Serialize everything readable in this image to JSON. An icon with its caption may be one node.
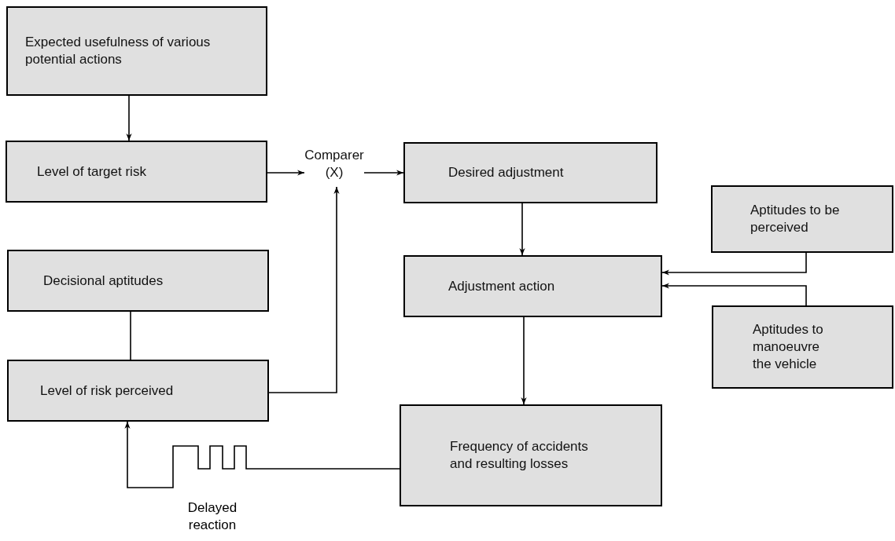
{
  "diagram": {
    "nodes": [
      {
        "text": [
          "Expected usefulness of various potential actions"
        ]
      },
      {
        "text": [
          "Level of target risk"
        ]
      },
      {
        "text": [
          "Comparer (X)"
        ]
      },
      {
        "text": [
          "Desired adjustment"
        ]
      },
      {
        "text": [
          "Aptitudes to be perceived"
        ]
      },
      {
        "text": [
          "Decisional aptitudes"
        ]
      },
      {
        "text": [
          "Adjustment action"
        ]
      },
      {
        "text": [
          "Level of risk perceived"
        ]
      },
      {
        "text": [
          "Aptitudes to manoeuvre the vehicle"
        ]
      },
      {
        "text": [
          "Frequency of accidents and resulting losses"
        ]
      }
    ],
    "edges": [
      {
        "from": 0,
        "to": 1,
        "arrow": "to"
      },
      {
        "from": 1,
        "to": 2,
        "arrow": "to"
      },
      {
        "from": 2,
        "to": 3,
        "arrow": "to"
      },
      {
        "from": 7,
        "to": 2,
        "arrow": "to"
      },
      {
        "from": 5,
        "to": 7,
        "arrow": "none"
      },
      {
        "from": 3,
        "to": 6,
        "arrow": "to"
      },
      {
        "from": 4,
        "to": 6,
        "arrow": "to"
      },
      {
        "from": 8,
        "to": 6,
        "arrow": "to"
      },
      {
        "from": 6,
        "to": 9,
        "arrow": "to"
      },
      {
        "from": 9,
        "to": 7,
        "arrow": "to",
        "label": "Delayed reaction"
      }
    ]
  }
}
